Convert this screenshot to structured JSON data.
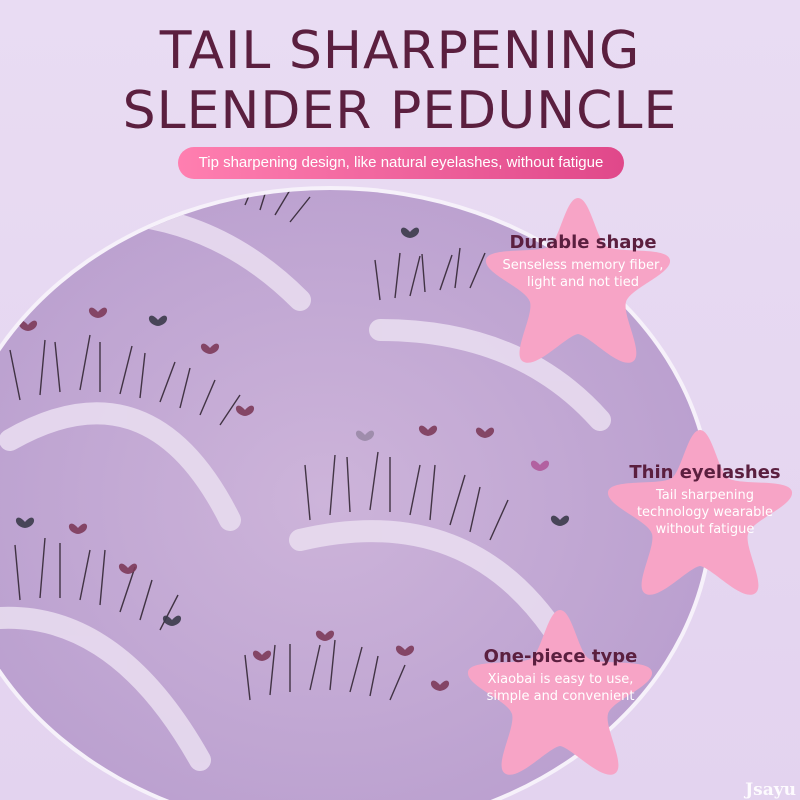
{
  "title": {
    "line1": "TAIL SHARPENING",
    "line2": "SLENDER PEDUNCLE"
  },
  "subtitle": "Tip sharpening design, like natural eyelashes, without fatigue",
  "features": [
    {
      "heading": "Durable shape",
      "body": "Senseless memory fiber, light and not tied"
    },
    {
      "heading": "Thin eyelashes",
      "body": "Tail sharpening technology wearable without fatigue"
    },
    {
      "heading": "One-piece type",
      "body": "Xiaobai is easy to use, simple and convenient"
    }
  ],
  "watermark": "Jsayu",
  "colors": {
    "background": "#e6d8f1",
    "title": "#5b1f3f",
    "pill_start": "#ff7fb0",
    "pill_end": "#e0488a",
    "star_pink": "#f7a4c6"
  }
}
